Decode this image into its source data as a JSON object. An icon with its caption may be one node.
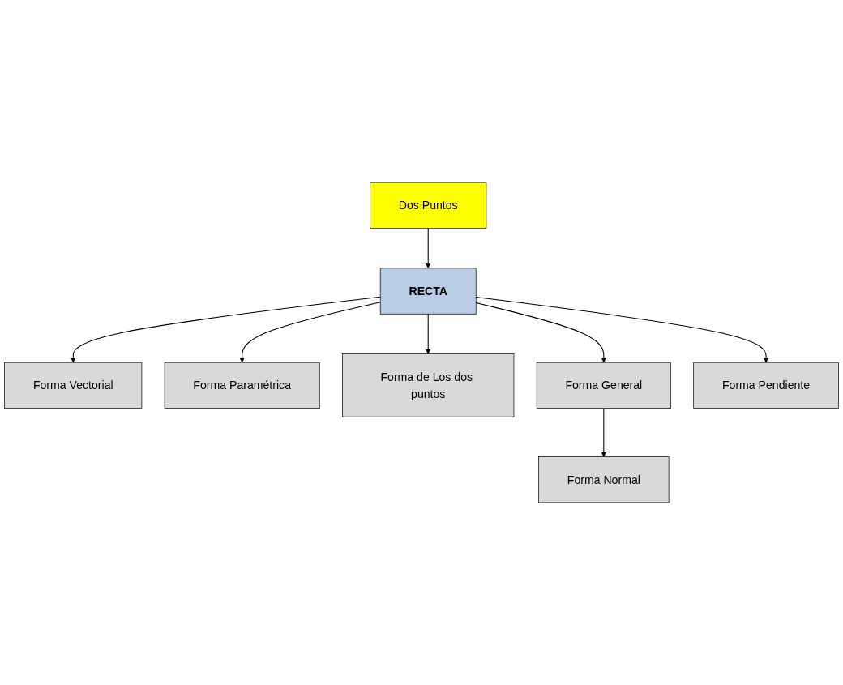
{
  "diagram": {
    "nodes": [
      {
        "text": [
          "Dos Puntos"
        ]
      },
      {
        "text": [
          "RECTA"
        ]
      },
      {
        "text": [
          "Forma Vectorial"
        ]
      },
      {
        "text": [
          "Forma Paramétrica"
        ]
      },
      {
        "text": [
          "Forma de Los dos puntos"
        ]
      },
      {
        "text": [
          "Forma General"
        ]
      },
      {
        "text": [
          "Forma Pendiente"
        ]
      },
      {
        "text": [
          "Forma Normal"
        ]
      }
    ],
    "edges": [
      {
        "from": 0,
        "to": 1,
        "arrow": "to"
      },
      {
        "from": 1,
        "to": 2,
        "arrow": "to"
      },
      {
        "from": 1,
        "to": 3,
        "arrow": "to"
      },
      {
        "from": 1,
        "to": 4,
        "arrow": "to"
      },
      {
        "from": 1,
        "to": 5,
        "arrow": "to"
      },
      {
        "from": 1,
        "to": 6,
        "arrow": "to"
      },
      {
        "from": 5,
        "to": 7,
        "arrow": "to"
      }
    ]
  }
}
